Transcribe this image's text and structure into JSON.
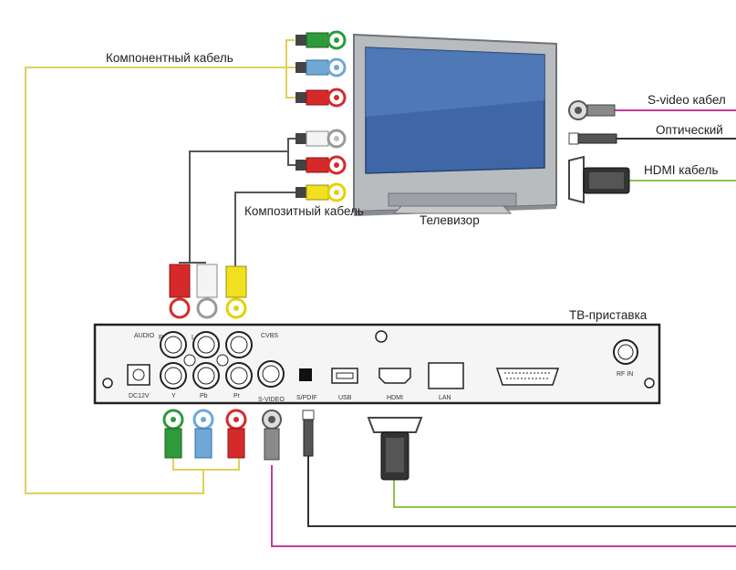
{
  "labels": {
    "component_cable": "Компонентный кабель",
    "svideo_cable": "S-video кабел",
    "optical_cable": "Оптический",
    "hdmi_cable": "HDMI кабель",
    "composite_cable": "Композитный кабель",
    "tv": "Телевизор",
    "stb": "ТВ-приставка"
  },
  "ports": {
    "audio": "AUDIO",
    "audio_l": "L",
    "audio_r": "R",
    "cvbs": "CVBS",
    "dc": "DC12V",
    "y": "Y",
    "pb": "Pb",
    "pr": "Pr",
    "svideo": "S-VIDEO",
    "spdif": "S/PDIF",
    "usb": "USB",
    "hdmi": "HDMI",
    "lan": "LAN",
    "rf_in": "RF IN"
  },
  "colors": {
    "component_wire": "#e0d05a",
    "hdmi_wire": "#8cc44c",
    "svideo_wire": "#c23b9e",
    "optical_wire": "#333333",
    "green_plug": "#2e9a3a",
    "blue_plug": "#6fa8d6",
    "red_plug": "#d62a2a",
    "yellow_plug": "#f0e020",
    "white_plug": "#f4f4f4"
  }
}
